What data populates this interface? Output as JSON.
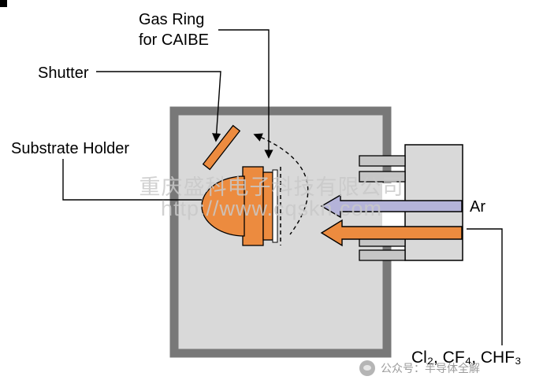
{
  "labels": {
    "gas_ring_line1": "Gas Ring",
    "gas_ring_line2": "for CAIBE",
    "shutter": "Shutter",
    "substrate_holder": "Substrate Holder",
    "ar_gas": "Ar",
    "etch_gases": "Cl₂, CF₄, CHF₃"
  },
  "watermark": {
    "company": "重庆盛科电子科技有限公司",
    "url": "http://www.cqskn.com"
  },
  "footer": {
    "caption": "公众号：半导体全解"
  },
  "colors": {
    "chamber_wall": "#787878",
    "chamber_fill": "#D9D9D9",
    "holder_orange": "#EC8B3F",
    "argon_arrow": "#B4B3D9",
    "etch_gas_arrow": "#EC8B3F",
    "grid_plate": "#C6C6C6"
  }
}
